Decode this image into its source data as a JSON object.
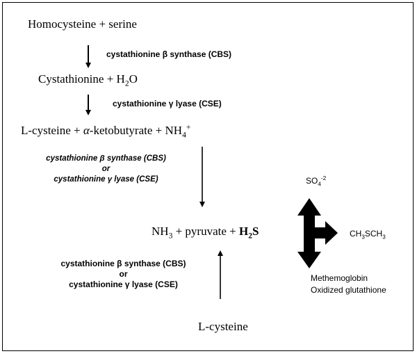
{
  "reactions": {
    "homocysteine_serine": "Homocysteine + serine",
    "cystathionine_prefix": "Cystathionine + H",
    "cystathionine_sub": "2",
    "cystathionine_suffix": "O",
    "lcysteine_prefix": "L-cysteine + ",
    "alpha": "α",
    "lcysteine_mid": "-ketobutyrate + NH",
    "lcysteine_sub": "4",
    "lcysteine_sup": "+",
    "products_prefix": "NH",
    "products_sub": "3",
    "products_mid": " + pyruvate + ",
    "h2s_h": "H",
    "h2s_sub": "2",
    "h2s_s": "S",
    "lcysteine_bottom": "L-cysteine"
  },
  "enzymes": {
    "cbs_1_prefix": "cystathionine ",
    "cbs_1_beta": "β",
    "cbs_1_suffix": " synthase (CBS)",
    "cse_1_prefix": "cystathionine ",
    "cse_1_gamma": "γ",
    "cse_1_suffix": " lyase (CSE)",
    "middle_group": {
      "cbs": "cystathionine β synthase (CBS)",
      "or": "or",
      "cse": "cystathionine γ lyase (CSE)"
    },
    "bottom_group": {
      "cbs": "cystathionine β synthase (CBS)",
      "or": "or",
      "cse": "cystathionine γ lyase (CSE)"
    }
  },
  "h2s_fates": {
    "sulfate_prefix": "SO",
    "sulfate_sub": "4",
    "sulfate_sup": "-2",
    "dimethyl_a": "CH",
    "dimethyl_sub1": "3",
    "dimethyl_b": "SCH",
    "dimethyl_sub2": "3",
    "methemoglobin": "Methemoglobin",
    "oxidized_glutathione": "Oxidized glutathione"
  }
}
